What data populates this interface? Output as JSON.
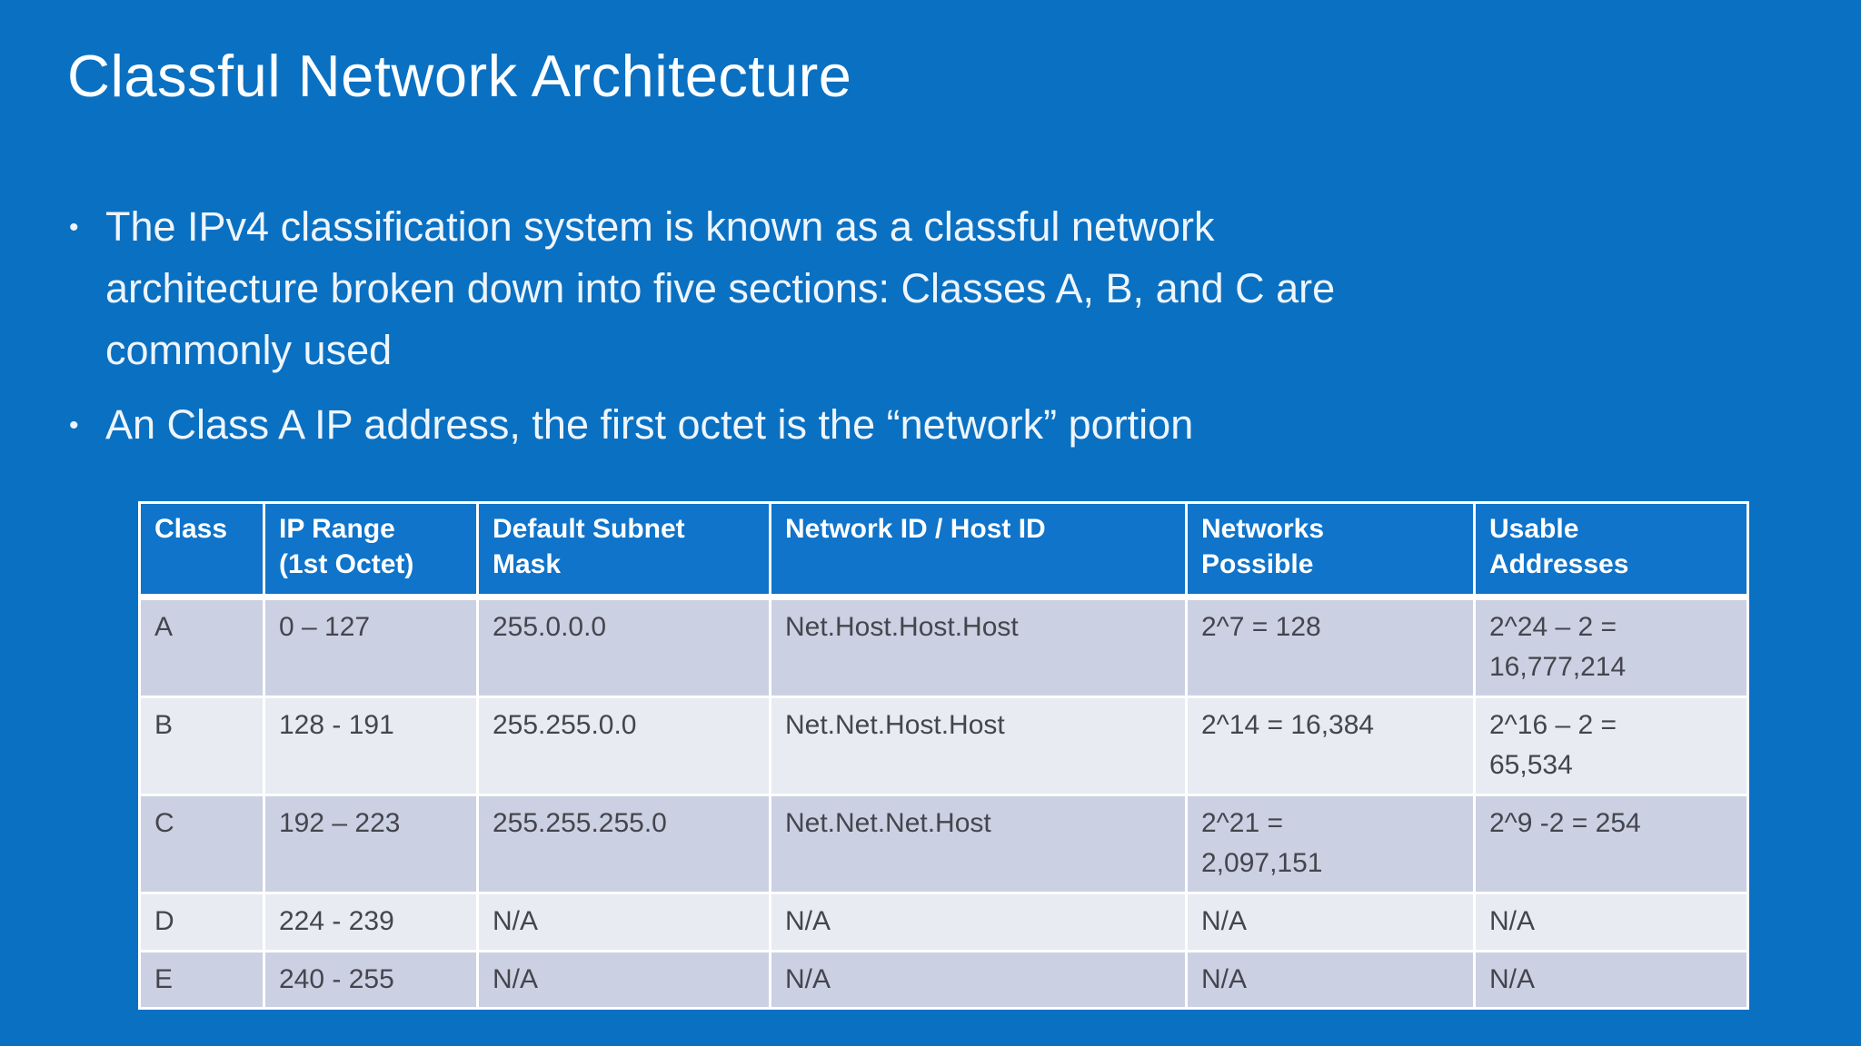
{
  "slide": {
    "title": "Classful Network Architecture",
    "bullet_char": "•",
    "bullets": [
      "The IPv4 classification system is known as a classful network\narchitecture broken down into five sections: Classes A, B, and C are\ncommonly used",
      "An Class A IP address, the first octet is the “network” portion"
    ]
  },
  "table": {
    "headers": [
      "Class",
      "IP Range\n(1st Octet)",
      "Default Subnet\nMask",
      "Network ID / Host ID",
      "Networks\nPossible",
      "Usable\nAddresses"
    ],
    "rows": [
      [
        "A",
        "0 – 127",
        "255.0.0.0",
        "Net.Host.Host.Host",
        "2^7 = 128",
        "2^24 – 2 =\n16,777,214"
      ],
      [
        "B",
        "128 - 191",
        "255.255.0.0",
        "Net.Net.Host.Host",
        "2^14 = 16,384",
        "2^16 – 2 =\n65,534"
      ],
      [
        "C",
        "192 – 223",
        "255.255.255.0",
        "Net.Net.Net.Host",
        "2^21 =\n2,097,151",
        "2^9 -2 = 254"
      ],
      [
        "D",
        "224 - 239",
        "N/A",
        "N/A",
        "N/A",
        "N/A"
      ],
      [
        "E",
        "240 - 255",
        "N/A",
        "N/A",
        "N/A",
        "N/A"
      ]
    ]
  },
  "colors": {
    "background": "#0a70c2",
    "header_bg": "#0f74ca",
    "row_band_dark": "#cbd1e2",
    "row_band_light": "#e9ebf3",
    "body_text": "#45454e",
    "header_text": "#ffffff",
    "title_text": "#fdfeff",
    "bullet_text": "#eef5fc",
    "border": "#ffffff"
  }
}
